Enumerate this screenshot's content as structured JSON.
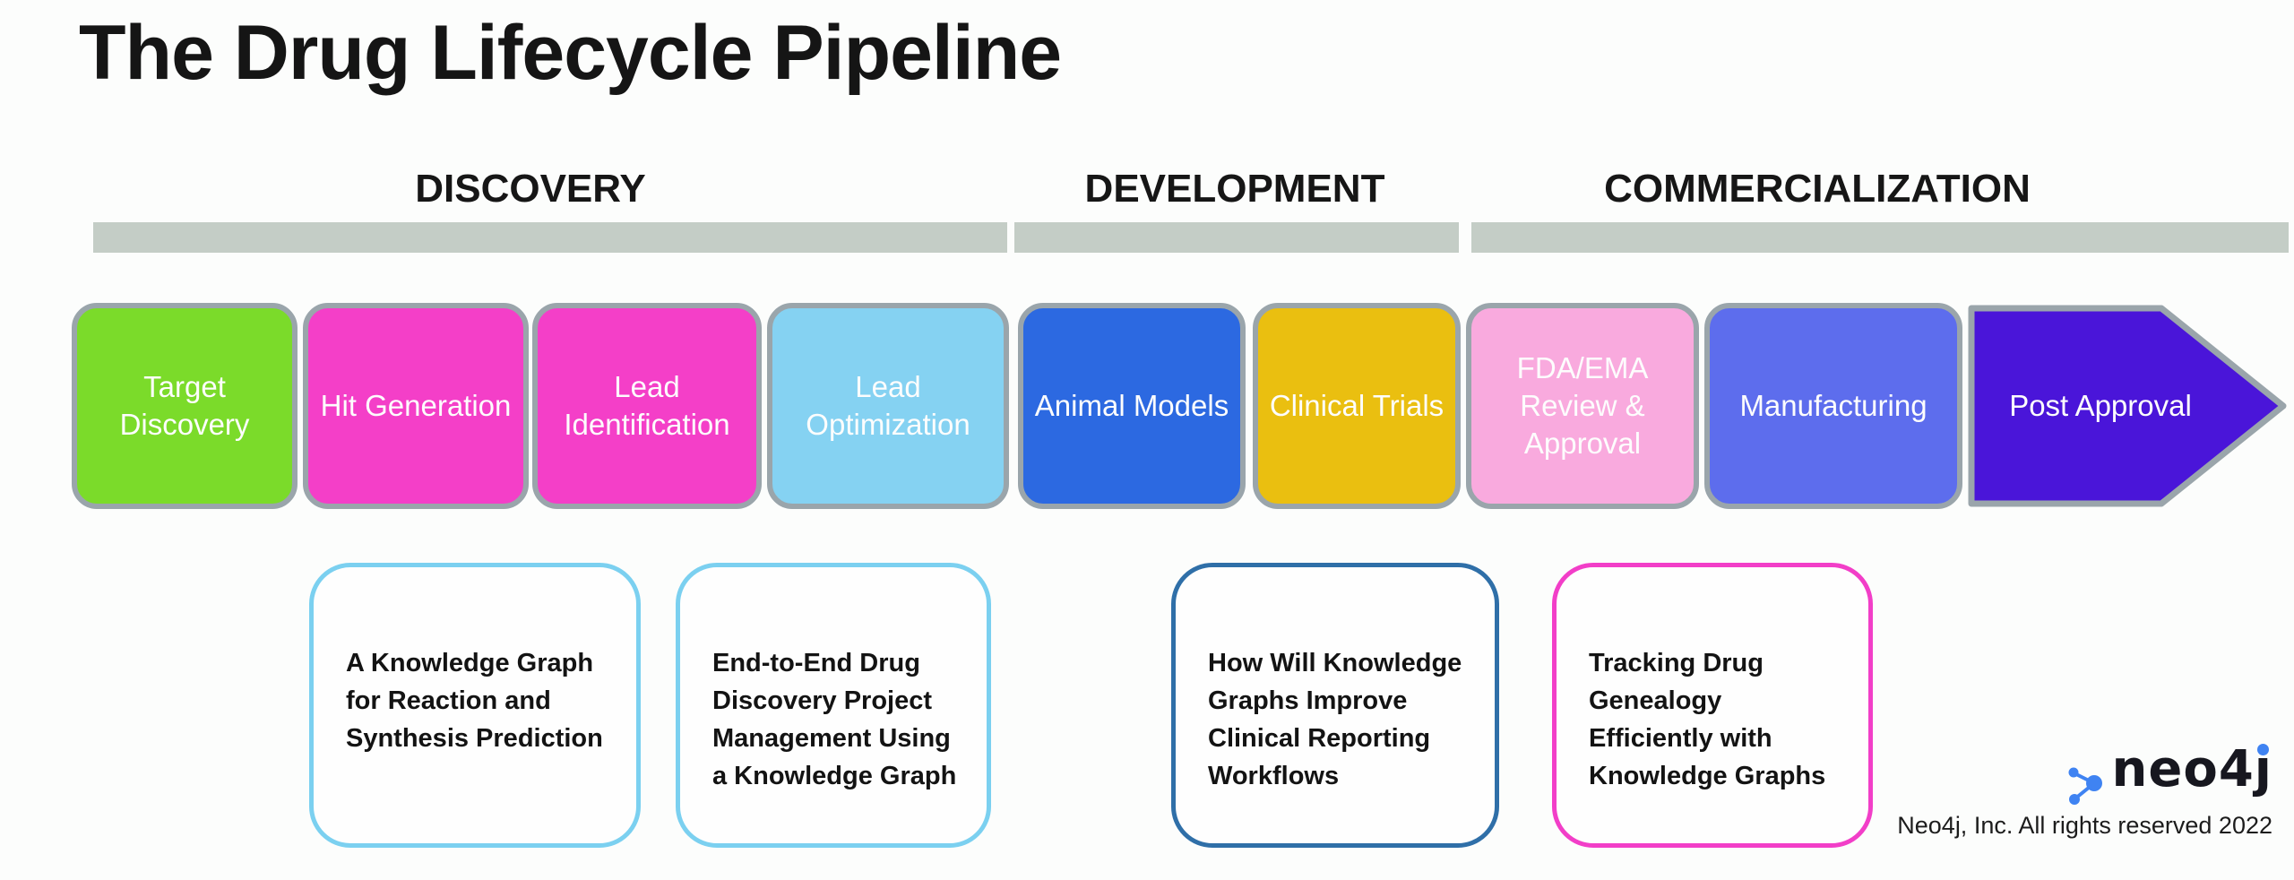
{
  "title": "The Drug Lifecycle Pipeline",
  "phases": [
    {
      "label": "DISCOVERY"
    },
    {
      "label": "DEVELOPMENT"
    },
    {
      "label": "COMMERCIALIZATION"
    }
  ],
  "colors": {
    "phase_bar": "#c4cdc6",
    "stage_border": "#9aa5ab",
    "stage_text": "#fdfdfd",
    "title_text": "#151515"
  },
  "stages": [
    {
      "label": "Target Discovery",
      "color": "#7bdb2a",
      "phase": "DISCOVERY"
    },
    {
      "label": "Hit Generation",
      "color": "#f43fc8",
      "phase": "DISCOVERY"
    },
    {
      "label": "Lead Identification",
      "color": "#f43fc8",
      "phase": "DISCOVERY"
    },
    {
      "label": "Lead Optimization",
      "color": "#85d2f2",
      "phase": "DISCOVERY"
    },
    {
      "label": "Animal Models",
      "color": "#2c69e1",
      "phase": "DEVELOPMENT"
    },
    {
      "label": "Clinical Trials",
      "color": "#eabf10",
      "phase": "DEVELOPMENT"
    },
    {
      "label": "FDA/EMA Review & Approval",
      "color": "#f9aade",
      "phase": "COMMERCIALIZATION"
    },
    {
      "label": "Manufacturing",
      "color": "#5d6ded",
      "phase": "COMMERCIALIZATION"
    },
    {
      "label": "Post Approval",
      "color": "#4a15d9",
      "phase": "COMMERCIALIZATION",
      "shape": "arrow"
    }
  ],
  "cards": [
    {
      "text": "A Knowledge Graph for Reaction and Synthesis Prediction",
      "border_color": "#7bd0f0"
    },
    {
      "text": "End-to-End Drug Discovery Project Management Using a Knowledge Graph",
      "border_color": "#7bd0f0"
    },
    {
      "text": "How Will Knowledge Graphs Improve Clinical Reporting Workflows",
      "border_color": "#2f6fa8"
    },
    {
      "text": "Tracking Drug Genealogy Efficiently with Knowledge Graphs",
      "border_color": "#f23ec8"
    }
  ],
  "footer": {
    "logo_text": "neo4j",
    "logo_wordmark_display": "neo4ȷ",
    "logo_accent_color": "#3f83f2",
    "copyright": "Neo4j, Inc. All rights reserved 2022"
  }
}
